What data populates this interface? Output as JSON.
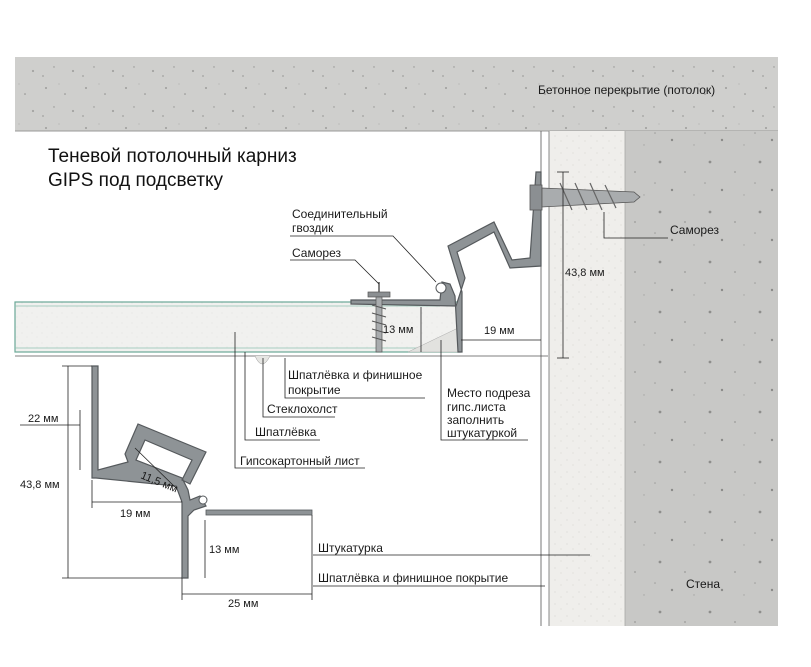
{
  "title": {
    "line1": "Теневой потолочный карниз",
    "line2": "GIPS под подсветку"
  },
  "labels": {
    "ceiling": "Бетонное перекрытие (потолок)",
    "wall": "Стена",
    "screw_right": "Саморез",
    "connector_line1": "Соединительный",
    "connector_line2": "гвоздик",
    "screw_left": "Саморез",
    "putty_finish_line1": "Шпатлёвка и финишное",
    "putty_finish_line2": "покрытие",
    "fiberglass": "Стеклохолст",
    "putty": "Шпатлёвка",
    "drywall": "Гипсокартонный лист",
    "cut_line1": "Место подреза",
    "cut_line2": "гипс.листа",
    "cut_line3": "заполнить",
    "cut_line4": "штукатуркой",
    "plaster": "Штукатурка",
    "putty_finish_full": "Шпатлёвка и финишное покрытие"
  },
  "dimensions": {
    "wall_height": "43,8 мм",
    "board_thickness": "13 мм",
    "profile_depth": "19 мм",
    "left_top": "22 мм",
    "left_height": "43,8 мм",
    "left_slot": "11,5 мм",
    "left_depth": "19 мм",
    "left_thick": "13 мм",
    "left_bottom": "25 мм"
  },
  "colors": {
    "concrete": "#d2d2d0",
    "plaster": "#ecebe8",
    "profile": "#8e9396",
    "drywall_edge": "#5fa08a"
  }
}
